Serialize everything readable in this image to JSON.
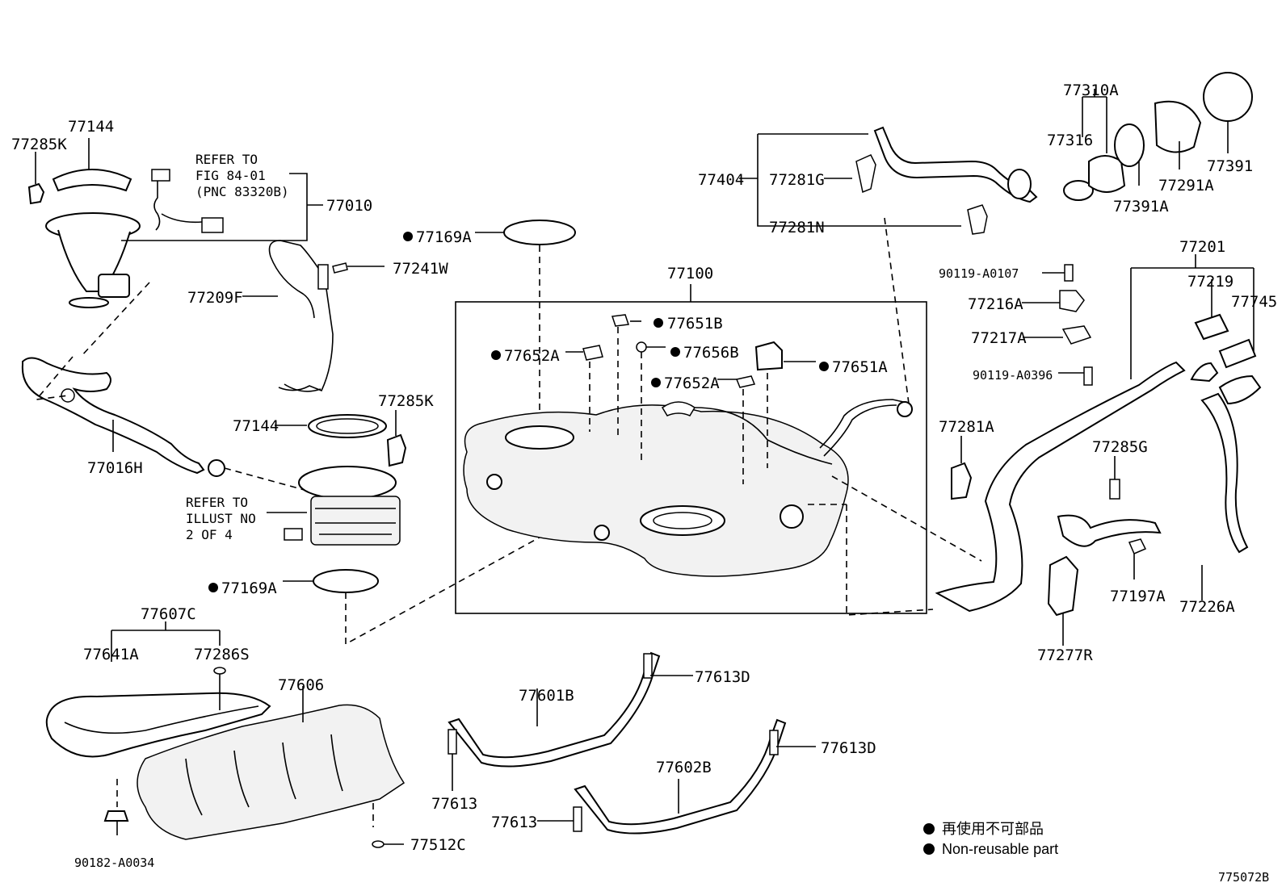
{
  "labels": {
    "p77285K_top": "77285K",
    "p77144_top": "77144",
    "refer_fig_line1": "REFER TO",
    "refer_fig_line2": "FIG 84-01",
    "refer_fig_line3": "(PNC 83320B)",
    "p77010": "77010",
    "p77209F": "77209F",
    "p77241W": "77241W",
    "p77169A_top": "77169A",
    "p77100": "77100",
    "p77651B": "77651B",
    "p77652A_left": "77652A",
    "p77656B": "77656B",
    "p77652A_mid": "77652A",
    "p77651A": "77651A",
    "p77285K_mid": "77285K",
    "p77144_mid": "77144",
    "p77016H": "77016H",
    "refer_illust_line1": "REFER TO",
    "refer_illust_line2": "ILLUST NO",
    "refer_illust_line3": "2 OF 4",
    "p77169A_bottom": "77169A",
    "p77607C": "77607C",
    "p77641A": "77641A",
    "p77286S": "77286S",
    "p77606": "77606",
    "p90182_A0034": "90182-A0034",
    "p77512C": "77512C",
    "p77601B": "77601B",
    "p77613D_top": "77613D",
    "p77613_left": "77613",
    "p77602B": "77602B",
    "p77613D_right": "77613D",
    "p77613_mid": "77613",
    "p77404": "77404",
    "p77281G": "77281G",
    "p77281N": "77281N",
    "p77310A": "77310A",
    "p77316": "77316",
    "p77391A": "77391A",
    "p77291A": "77291A",
    "p77391": "77391",
    "p77201": "77201",
    "p90119_A0107": "90119-A0107",
    "p77219": "77219",
    "p77745": "77745",
    "p77216A": "77216A",
    "p77217A": "77217A",
    "p90119_A0396": "90119-A0396",
    "p77281A": "77281A",
    "p77285G": "77285G",
    "p77197A": "77197A",
    "p77226A": "77226A",
    "p77277R": "77277R"
  },
  "legend": {
    "line_jp": "再使用不可部品",
    "line_en": "Non-reusable part"
  },
  "figure_id": "775072B"
}
